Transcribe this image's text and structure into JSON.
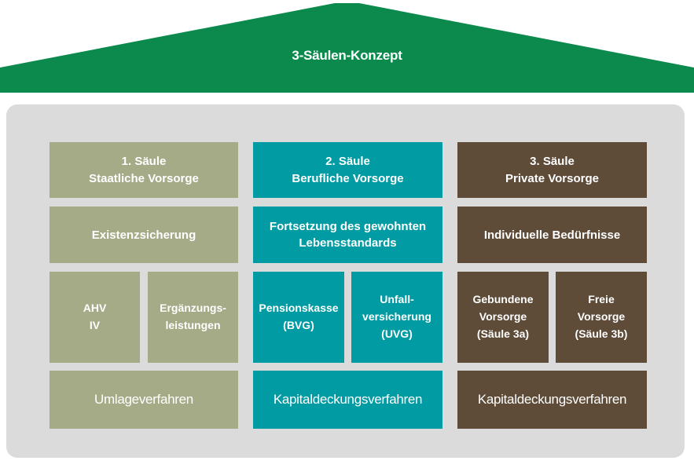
{
  "title": "3-Säulen-Konzept",
  "colors": {
    "roof": "#0c8a4e",
    "panel": "#dbdbdb",
    "pillar1": "#a6ab87",
    "pillar2": "#009ba3",
    "pillar3": "#5e4c39",
    "text": "#ffffff"
  },
  "pillars": [
    {
      "header": "1. Säule\nStaatliche Vorsorge",
      "goal": "Existenzsicherung",
      "components": [
        "AHV\nIV",
        "Ergänzungs-\nleistungen"
      ],
      "financing": "Umlageverfahren"
    },
    {
      "header": "2. Säule\nBerufliche Vorsorge",
      "goal": "Fortsetzung des gewohnten\nLebensstandards",
      "components": [
        "Pensionskasse\n(BVG)",
        "Unfall-\nversicherung\n(UVG)"
      ],
      "financing": "Kapitaldeckungsverfahren"
    },
    {
      "header": "3. Säule\nPrivate Vorsorge",
      "goal": "Individuelle Bedürfnisse",
      "components": [
        "Gebundene\nVorsorge\n(Säule 3a)",
        "Freie\nVorsorge\n(Säule 3b)"
      ],
      "financing": "Kapitaldeckungsverfahren"
    }
  ]
}
